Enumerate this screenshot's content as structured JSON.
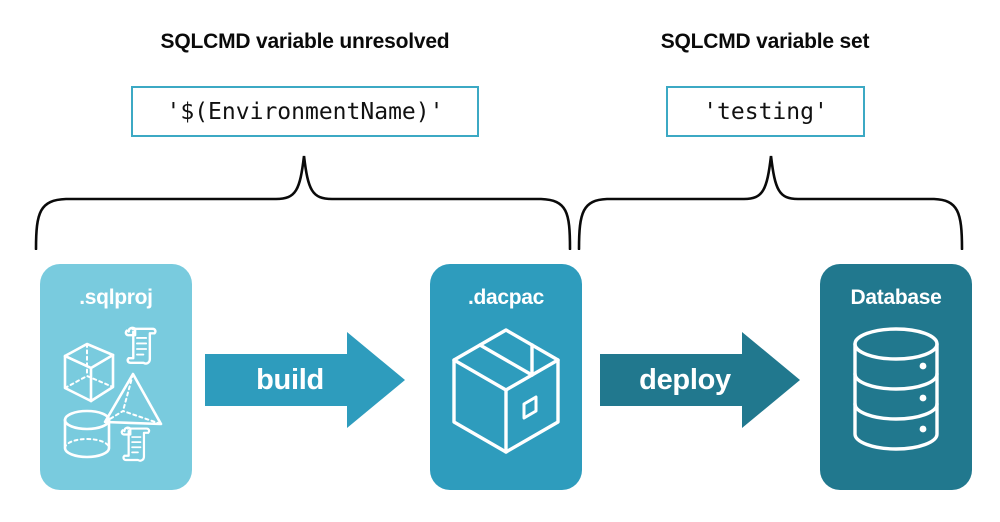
{
  "headings": {
    "left": "SQLCMD variable unresolved",
    "right": "SQLCMD variable set"
  },
  "value_boxes": {
    "left": "'$(EnvironmentName)'",
    "right": "'testing'"
  },
  "stages": [
    {
      "label": ".sqlproj",
      "icon": "project-shapes-and-scripts-icon",
      "color": "#79CBDE"
    },
    {
      "label": ".dacpac",
      "icon": "package-box-icon",
      "color": "#2E9CBD"
    },
    {
      "label": "Database",
      "icon": "database-cylinder-icon",
      "color": "#21788E"
    }
  ],
  "arrows": [
    {
      "label": "build",
      "color": "#2E9CBD"
    },
    {
      "label": "deploy",
      "color": "#21788E"
    }
  ],
  "colors": {
    "light_teal": "#79CBDE",
    "mid_teal": "#2E9CBD",
    "dark_teal": "#21788E",
    "box_border": "#3CA9C4",
    "brace_stroke": "#0a0a0a",
    "background": "#ffffff",
    "text_dark": "#0a0a0a",
    "text_light": "#ffffff"
  }
}
